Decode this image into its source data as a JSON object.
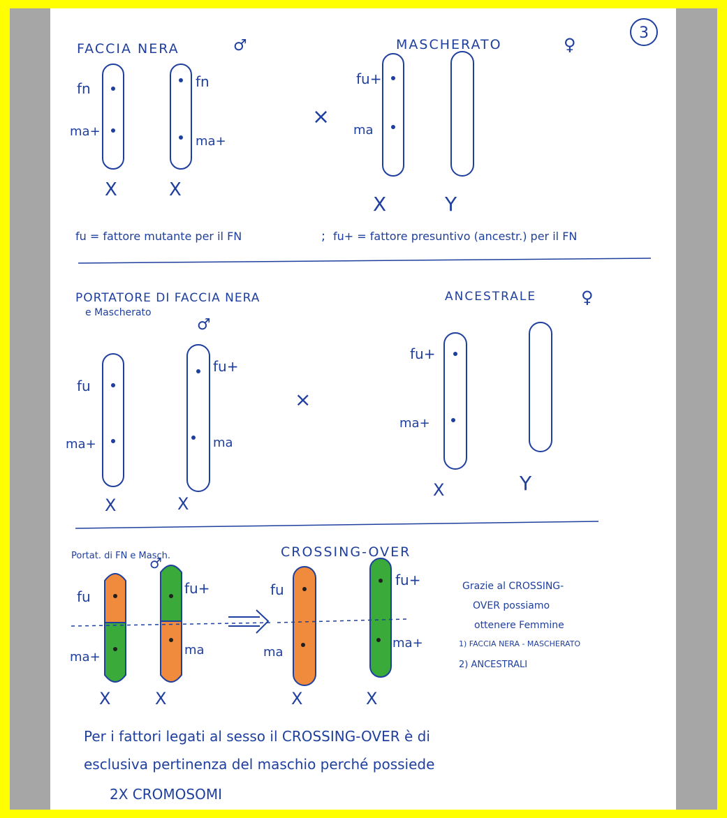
{
  "page_number": "3",
  "section1": {
    "heading_left": "FACCIA NERA",
    "heading_right": "MASCHERATO",
    "cross_symbol": "×",
    "male_symbol": "♂",
    "female_symbol": "♀",
    "chromosomes": [
      {
        "top_label": "fn",
        "bottom_label": "ma+",
        "name": "X"
      },
      {
        "top_label": "fn",
        "bottom_label": "ma+",
        "name": "X"
      },
      {
        "top_label": "fu+",
        "bottom_label": "ma",
        "name": "X"
      },
      {
        "top_label": "",
        "bottom_label": "",
        "name": "Y"
      }
    ],
    "legend_left": "fu = fattore mutante per il FN",
    "legend_sep": ";",
    "legend_right": "fu+ = fattore presuntivo (ancestr.) per il FN"
  },
  "section2": {
    "heading_left": "PORTATORE DI FACCIA NERA",
    "heading_left_sub": "e Mascherato",
    "heading_right": "ANCESTRALE",
    "chromosomes": [
      {
        "top_label": "fu",
        "bottom_label": "ma+",
        "name": "X"
      },
      {
        "top_label": "fu+",
        "bottom_label": "ma",
        "name": "X"
      },
      {
        "top_label": "fu+",
        "bottom_label": "ma+",
        "name": "X"
      },
      {
        "top_label": "",
        "bottom_label": "",
        "name": "Y"
      }
    ]
  },
  "section3": {
    "caption_left": "Portat. di FN e Masch.",
    "title": "CROSSING-OVER",
    "chromosomes": [
      {
        "top_label": "fu",
        "bottom_label": "ma+",
        "name": "X"
      },
      {
        "top_label": "fu+",
        "bottom_label": "ma",
        "name": "X"
      },
      {
        "top_label": "fu",
        "bottom_label": "ma",
        "name": "X"
      },
      {
        "top_label": "fu+",
        "bottom_label": "ma+",
        "name": "X"
      }
    ],
    "note_lines": [
      "Grazie al CROSSING-",
      "OVER possiamo",
      "ottenere Femmine"
    ],
    "note_items": [
      "1) FACCIA NERA - MASCHERATO",
      "2) ANCESTRALI"
    ],
    "colors": {
      "orange": "#f08a3c",
      "green": "#3aab3a"
    }
  },
  "conclusion_lines": [
    "Per i fattori legati al sesso il CROSSING-OVER è di",
    "esclusiva pertinenza del maschio perché possiede",
    "2X CROMOSOMI"
  ],
  "ink_color": "#1f3f9e"
}
